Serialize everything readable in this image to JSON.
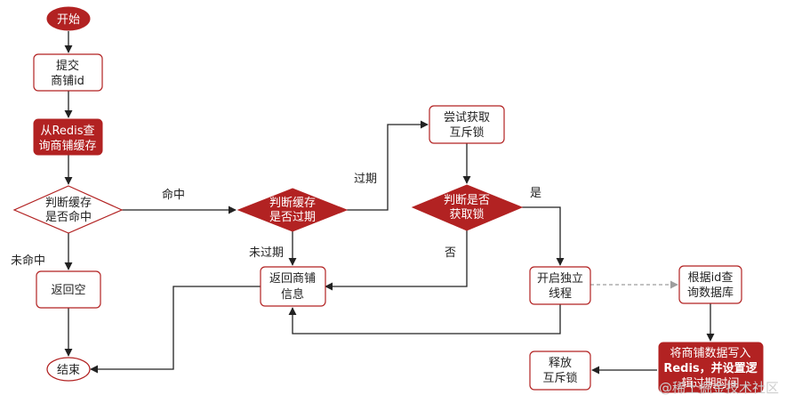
{
  "nodes": {
    "start": {
      "lines": [
        "开始"
      ]
    },
    "submit": {
      "lines": [
        "提交",
        "商铺id"
      ]
    },
    "query_redis": {
      "lines": [
        "从Redis查",
        "询商铺缓存"
      ]
    },
    "judge_hit": {
      "lines": [
        "判断缓存",
        "是否命中"
      ]
    },
    "judge_expired": {
      "lines": [
        "判断缓存",
        "是否过期"
      ]
    },
    "try_lock": {
      "lines": [
        "尝试获取",
        "互斥锁"
      ]
    },
    "judge_lock": {
      "lines": [
        "判断是否",
        "获取锁"
      ]
    },
    "return_empty": {
      "lines": [
        "返回空"
      ]
    },
    "return_info": {
      "lines": [
        "返回商铺",
        "信息"
      ]
    },
    "start_thread": {
      "lines": [
        "开启独立",
        "线程"
      ]
    },
    "query_db": {
      "lines": [
        "根据id查",
        "询数据库"
      ]
    },
    "end": {
      "lines": [
        "结束"
      ]
    },
    "release_lock": {
      "lines": [
        "释放",
        "互斥锁"
      ]
    },
    "write_redis": {
      "lines": [
        "将商铺数据写入",
        "Redis，并设置逻",
        "辑过期时间"
      ]
    }
  },
  "edge_labels": {
    "hit": "命中",
    "miss": "未命中",
    "expired": "过期",
    "not_expired": "未过期",
    "yes": "是",
    "no": "否"
  },
  "watermark": "@稀土掘金技术社区",
  "colors": {
    "accent": "#b22222",
    "line": "#222222",
    "dashed": "#9e9e9e"
  }
}
